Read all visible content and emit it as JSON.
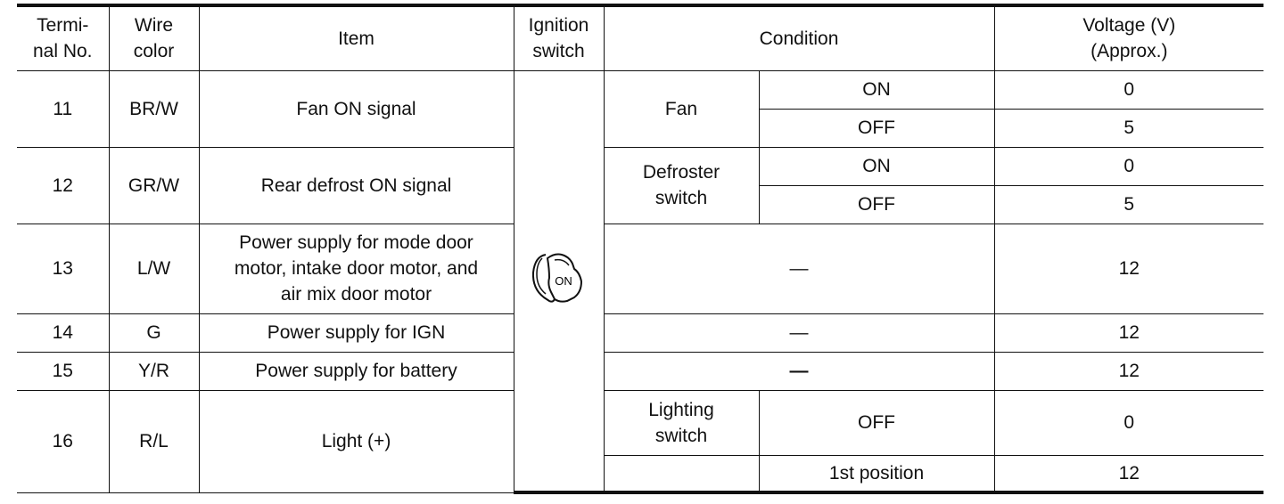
{
  "headers": {
    "terminal": "Termi-\nnal No.",
    "wire": "Wire\ncolor",
    "item": "Item",
    "ignition": "Ignition\nswitch",
    "condition": "Condition",
    "voltage": "Voltage (V)\n(Approx.)"
  },
  "ignition_icon": {
    "icon": "ignition-key-on-icon",
    "label": "ON"
  },
  "rows": [
    {
      "terminal": "11",
      "wire": "BR/W",
      "item": "Fan ON signal",
      "condition_group": "Fan",
      "sub": [
        {
          "state": "ON",
          "voltage": "0"
        },
        {
          "state": "OFF",
          "voltage": "5"
        }
      ]
    },
    {
      "terminal": "12",
      "wire": "GR/W",
      "item": "Rear defrost ON signal",
      "condition_group": "Defroster\nswitch",
      "sub": [
        {
          "state": "ON",
          "voltage": "0"
        },
        {
          "state": "OFF",
          "voltage": "5"
        }
      ]
    },
    {
      "terminal": "13",
      "wire": "L/W",
      "item": "Power supply for mode door\nmotor, intake door motor, and\nair mix door motor",
      "condition": "—",
      "voltage": "12"
    },
    {
      "terminal": "14",
      "wire": "G",
      "item": "Power supply for IGN",
      "condition": "—",
      "voltage": "12"
    },
    {
      "terminal": "15",
      "wire": "Y/R",
      "item": "Power supply for battery",
      "condition": "—",
      "voltage": "12"
    },
    {
      "terminal": "16",
      "wire": "R/L",
      "item": "Light (+)",
      "condition_group": "Lighting\nswitch",
      "sub": [
        {
          "state": "OFF",
          "voltage": "0"
        },
        {
          "state": "1st position",
          "voltage": "12"
        }
      ]
    }
  ]
}
